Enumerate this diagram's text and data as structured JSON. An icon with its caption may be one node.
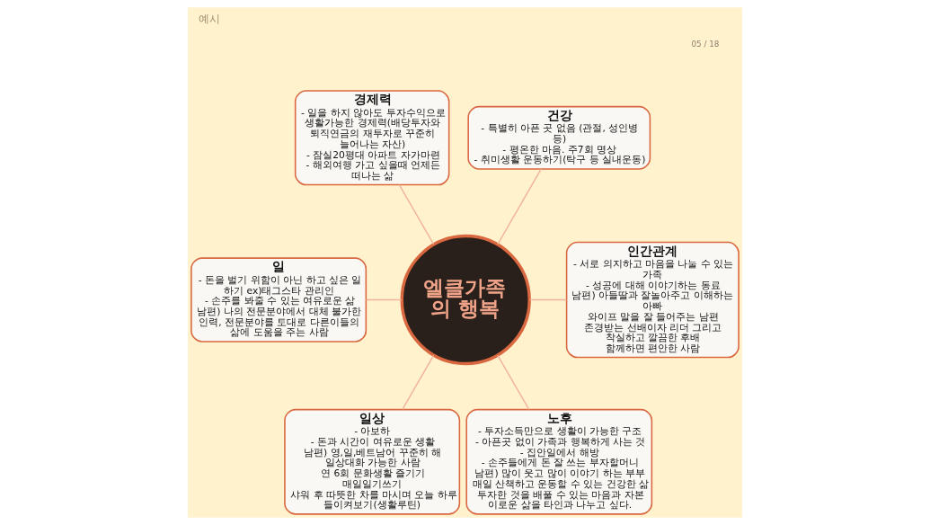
{
  "diagram": {
    "title": "예시",
    "nodes": [
      {
        "text": [
          "엘클가족의 행복"
        ]
      },
      {
        "text": [
          "경제력",
          "- 일을 하지 않아도 투자수익으로 생활가능한 경제력(배당투자와 퇴직연금의 재투자로 꾸준히 늘어나는 자산)",
          "- 잠실20평대 아파트 자가마련",
          "- 해외여행 가고 싶을때 언제든 떠나는 삶"
        ]
      },
      {
        "text": [
          "건강",
          "- 특별히 아픈 곳 없음 (관절, 성인병 등)",
          "- 평온한 마음. 주7회 명상",
          "- 취미생활 운동하기(탁구 등 실내운동)"
        ]
      },
      {
        "text": [
          "인간관계",
          "- 서로 의지하고 마음을 나눌 수 있는 가족",
          "- 성공에 대해 이야기하는 동료",
          "남편) 아들딸과 잘놀아주고 이해하는 아빠",
          "와이프 말을 잘 들어주는 남편",
          "존경받는 선배이자 리더 그리고 착실하고 깔끔한 후배",
          "함께하면 편안한 사람"
        ]
      },
      {
        "text": [
          "일",
          "- 돈을 벌기 위함이 아닌 하고 싶은 일 하기 ex)태그스타 관리인",
          "- 손주를 봐줄 수 있는 여유로운 삶",
          "남편) 나의 전문분야에서 대체 불가한 인력, 전문분야를 토대로 다른이들의 삶에 도움을 주는 사람"
        ]
      },
      {
        "text": [
          "일상",
          "- 아보하",
          "- 돈과 시간이 여유로운 생활",
          "남편) 영,일,베트남어 꾸준히 해 일상대화 가능한 사람",
          "연 6회 문화생활 즐기기",
          "매일일기쓰기",
          "샤워 후 따뜻한 차를 마시며 오늘 하루 들이켜보기(생활루틴)"
        ]
      },
      {
        "text": [
          "노후",
          "- 투자소득만으로 생활이 가능한 구조",
          "- 아픈곳 없이 가족과 행복하게 사는 것",
          "- 집안일에서 해방",
          "- 손주들에게 돈 잘 쓰는 부자할머니",
          "남편) 많이 웃고 많이 이야기 하는 부부",
          "매일 산책하고 운동할 수 있는 건강한 삶",
          "투자한 것을 배풀 수 있는 마음과 자본",
          "이로운 삶을 타인과 나누고 싶다."
        ]
      }
    ],
    "edges": [
      {
        "from": 0,
        "to": 1,
        "arrow": "none"
      },
      {
        "from": 0,
        "to": 2,
        "arrow": "none"
      },
      {
        "from": 0,
        "to": 3,
        "arrow": "none"
      },
      {
        "from": 0,
        "to": 4,
        "arrow": "none"
      },
      {
        "from": 0,
        "to": 5,
        "arrow": "none"
      },
      {
        "from": 0,
        "to": 6,
        "arrow": "none"
      }
    ],
    "labels": [
      "05 / 18"
    ]
  }
}
